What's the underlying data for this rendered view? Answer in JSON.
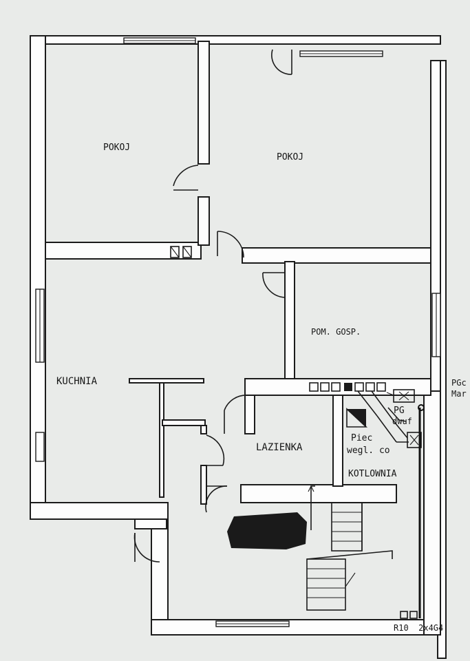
{
  "rooms": {
    "pokoj_left": "POKOJ",
    "pokoj_right": "POKOJ",
    "kuchnia": "KUCHNIA",
    "pom_gosp": "POM. GOSP.",
    "lazienka": "LAZIENKA",
    "kotlownia": "KOTLOWNIA"
  },
  "equipment": {
    "piec_line1": "Piec",
    "piec_line2": "wegl. co",
    "pg_line1": "PG",
    "pg_line2": "dwuf"
  },
  "annotations": {
    "edge_line1": "PGc",
    "edge_line2": "Mar",
    "bottom_right": "R10  2x4G4"
  },
  "colors": {
    "background": "#e9ebe9",
    "wall_line": "#1b1b1b",
    "redaction": "#1a1a1a"
  }
}
